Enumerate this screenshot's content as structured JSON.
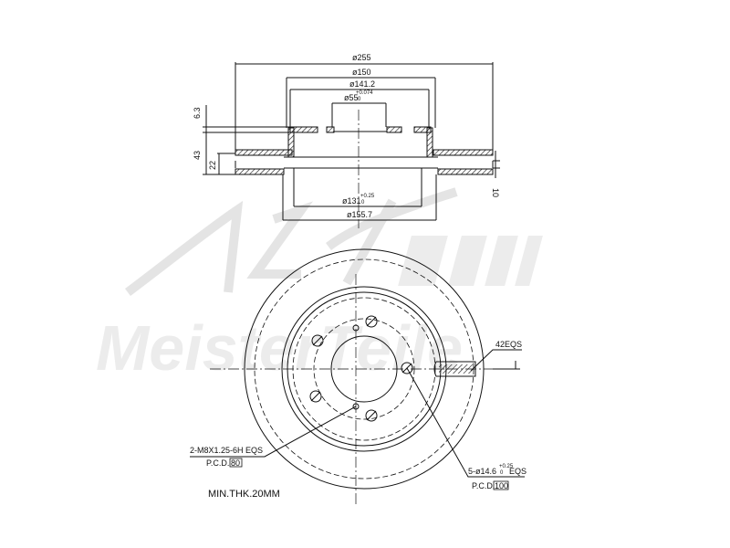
{
  "watermark": {
    "brand": "A.Z. Meisterteile"
  },
  "side_view": {
    "dims": {
      "outer_diameter": "ø255",
      "hat_diameter": "ø150",
      "hat_inner_diameter": "ø141.2",
      "center_bore": "ø55",
      "center_bore_tol": "+0.074",
      "center_bore_tol_low": "0",
      "hat_height_offset": "6.3",
      "total_height": "43",
      "disc_thickness": "22",
      "plate_thickness": "10",
      "inner_diameter": "ø131",
      "inner_diameter_tol": "+0.25",
      "inner_diameter_tol_low": "0",
      "inner_edge_diameter": "ø155.7"
    }
  },
  "front_view": {
    "vents_label": "42EQS",
    "thread_label": "2-M8X1.25-6H EQS",
    "thread_pcd_label": "P.C.D.",
    "thread_pcd_value": "80",
    "holes_label": "5-ø14.6",
    "holes_tol": "+0.25",
    "holes_tol_low": "0",
    "holes_suffix": "EQS",
    "holes_pcd_label": "P.C.D.",
    "holes_pcd_value": "100",
    "min_thickness": "MIN.THK.20MM"
  }
}
